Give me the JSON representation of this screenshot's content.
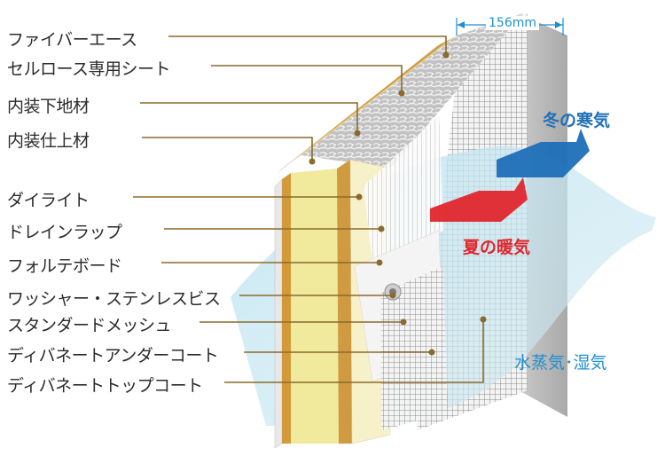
{
  "dimension": "156mm",
  "labels": [
    "ファイバーエース",
    "セルロース専用シート",
    "内装下地材",
    "内装仕上材",
    "ダイライト",
    "ドレインラップ",
    "フォルテボード",
    "ワッシャー・ステンレスビス",
    "スタンダードメッシュ",
    "ディバネートアンダーコート",
    "ディバネートトップコート"
  ],
  "air": {
    "cold": "冬の寒気",
    "warm": "夏の暖気",
    "vapor": "水蒸気･湿気"
  },
  "colors": {
    "leader": "#8b6a2e",
    "cold": "#1f6fb8",
    "warm": "#e0272d",
    "vapor": "#1d8fd1",
    "dimension": "#1d8fd1",
    "gypsum": "#f1e99b",
    "frame": "#d29a3a"
  }
}
